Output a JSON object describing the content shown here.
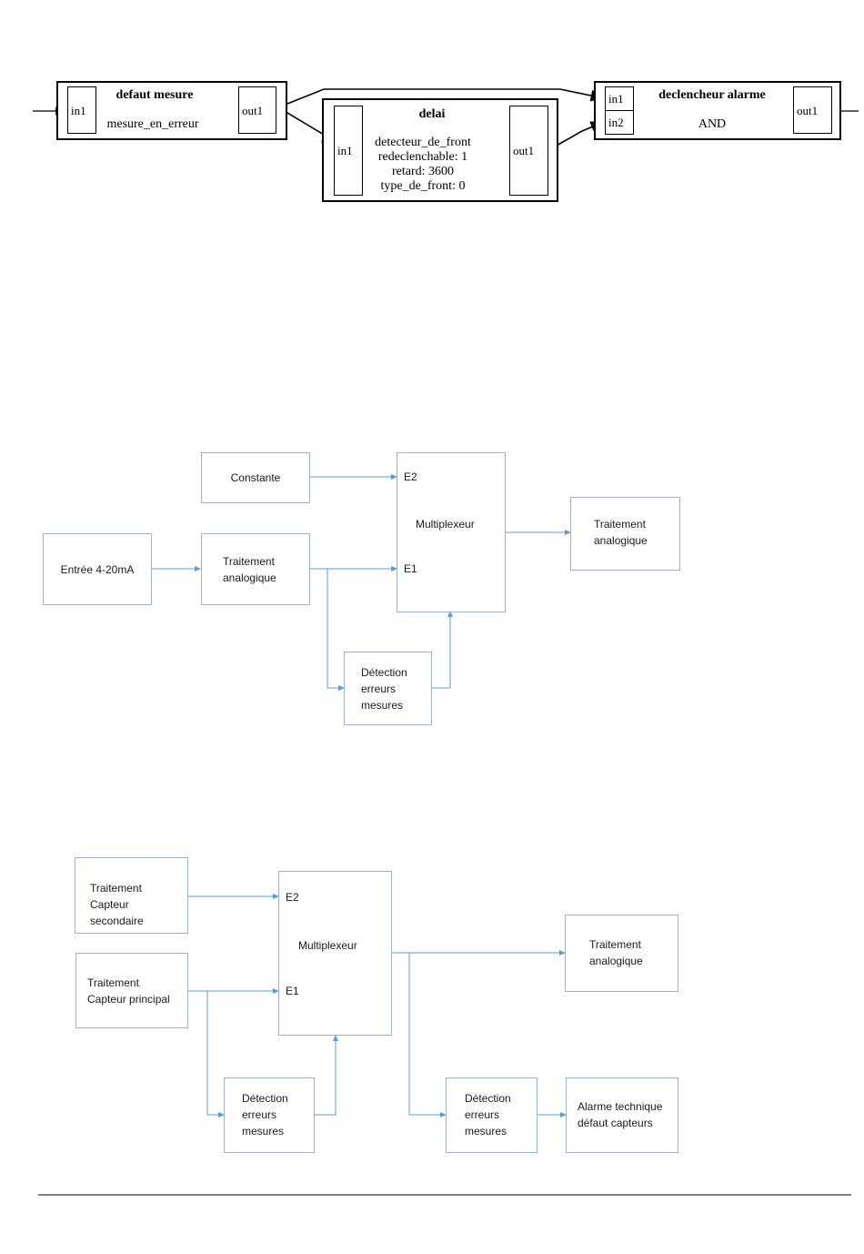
{
  "diagram1": {
    "block_defaut": {
      "title": "defaut mesure",
      "in": "in1",
      "out": "out1",
      "body": "mesure_en_erreur"
    },
    "block_delai": {
      "title": "delai",
      "in": "in1",
      "out": "out1",
      "params": [
        "detecteur_de_front",
        "redeclenchable: 1",
        "retard: 3600",
        "type_de_front: 0"
      ]
    },
    "block_alarme": {
      "title": "declencheur alarme",
      "in1": "in1",
      "in2": "in2",
      "out": "out1",
      "body": "AND"
    }
  },
  "diagram2": {
    "constante": "Constante",
    "entree": "Entrée 4-20mA",
    "traitement_in": [
      "Traitement",
      "analogique"
    ],
    "multiplexeur": "Multiplexeur",
    "e2": "E2",
    "e1": "E1",
    "traitement_out": [
      "Traitement",
      "analogique"
    ],
    "detection": [
      "Détection",
      "erreurs",
      "mesures"
    ]
  },
  "diagram3": {
    "capteur_secondaire": [
      "Traitement",
      "Capteur",
      "secondaire"
    ],
    "capteur_principal": [
      "Traitement",
      "Capteur principal"
    ],
    "multiplexeur": "Multiplexeur",
    "e2": "E2",
    "e1": "E1",
    "traitement_out": [
      "Traitement",
      "analogique"
    ],
    "detection_left": [
      "Détection",
      "erreurs",
      "mesures"
    ],
    "detection_right": [
      "Détection",
      "erreurs",
      "mesures"
    ],
    "alarme": [
      "Alarme technique",
      "défaut capteurs"
    ]
  },
  "colors": {
    "line_black": "#000000",
    "line_blue": "#5b9bd5",
    "box_border_gray": "#9fb0c2"
  }
}
